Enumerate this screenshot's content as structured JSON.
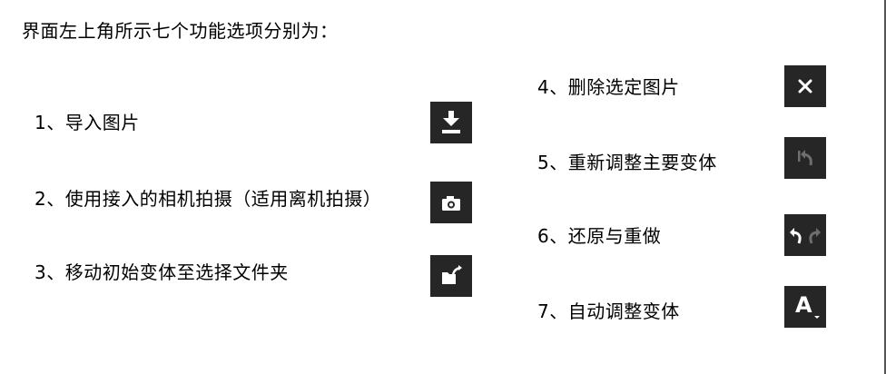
{
  "heading": "界面左上角所示七个功能选项分别为：",
  "left_items": [
    {
      "label": "1、导入图片",
      "icon": "download-icon"
    },
    {
      "label": "2、使用接入的相机拍摄（适用离机拍摄）",
      "icon": "camera-icon"
    },
    {
      "label": "3、移动初始变体至选择文件夹",
      "icon": "folder-move-icon"
    }
  ],
  "right_items": [
    {
      "label": "4、删除选定图片",
      "icon": "close-icon"
    },
    {
      "label": "5、重新调整主要变体",
      "icon": "reset-icon"
    },
    {
      "label": "6、还原与重做",
      "icon": "undo-redo-icon"
    },
    {
      "label": "7、自动调整变体",
      "icon": "auto-adjust-icon",
      "glyph": "A"
    }
  ],
  "colors": {
    "icon_bg": "#262626",
    "icon_fg": "#ffffff",
    "icon_dim": "#6e6e6e",
    "text": "#000000",
    "background": "#ffffff"
  }
}
